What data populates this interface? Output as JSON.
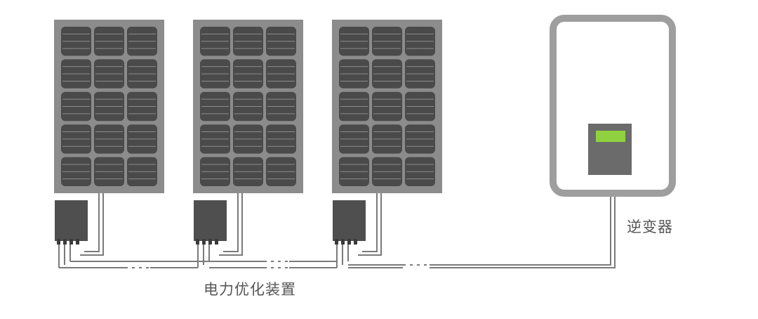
{
  "diagram": {
    "labels": {
      "inverter": "逆变器",
      "optimizer": "电力优化装置"
    },
    "panels": [
      {
        "name": "solar-panel-1"
      },
      {
        "name": "solar-panel-2"
      },
      {
        "name": "solar-panel-3"
      }
    ],
    "panel_cell_grid": {
      "columns": 3,
      "rows": 5
    },
    "colors": {
      "panel_frame": "#8c8c8c",
      "panel_cell": "#4a4a4a",
      "optimizer_box": "#4f4f4f",
      "inverter_border": "#9e9e9e",
      "inverter_control": "#6b6b6b",
      "inverter_display": "#8fd13f",
      "wire": "#7a7a7a"
    }
  }
}
